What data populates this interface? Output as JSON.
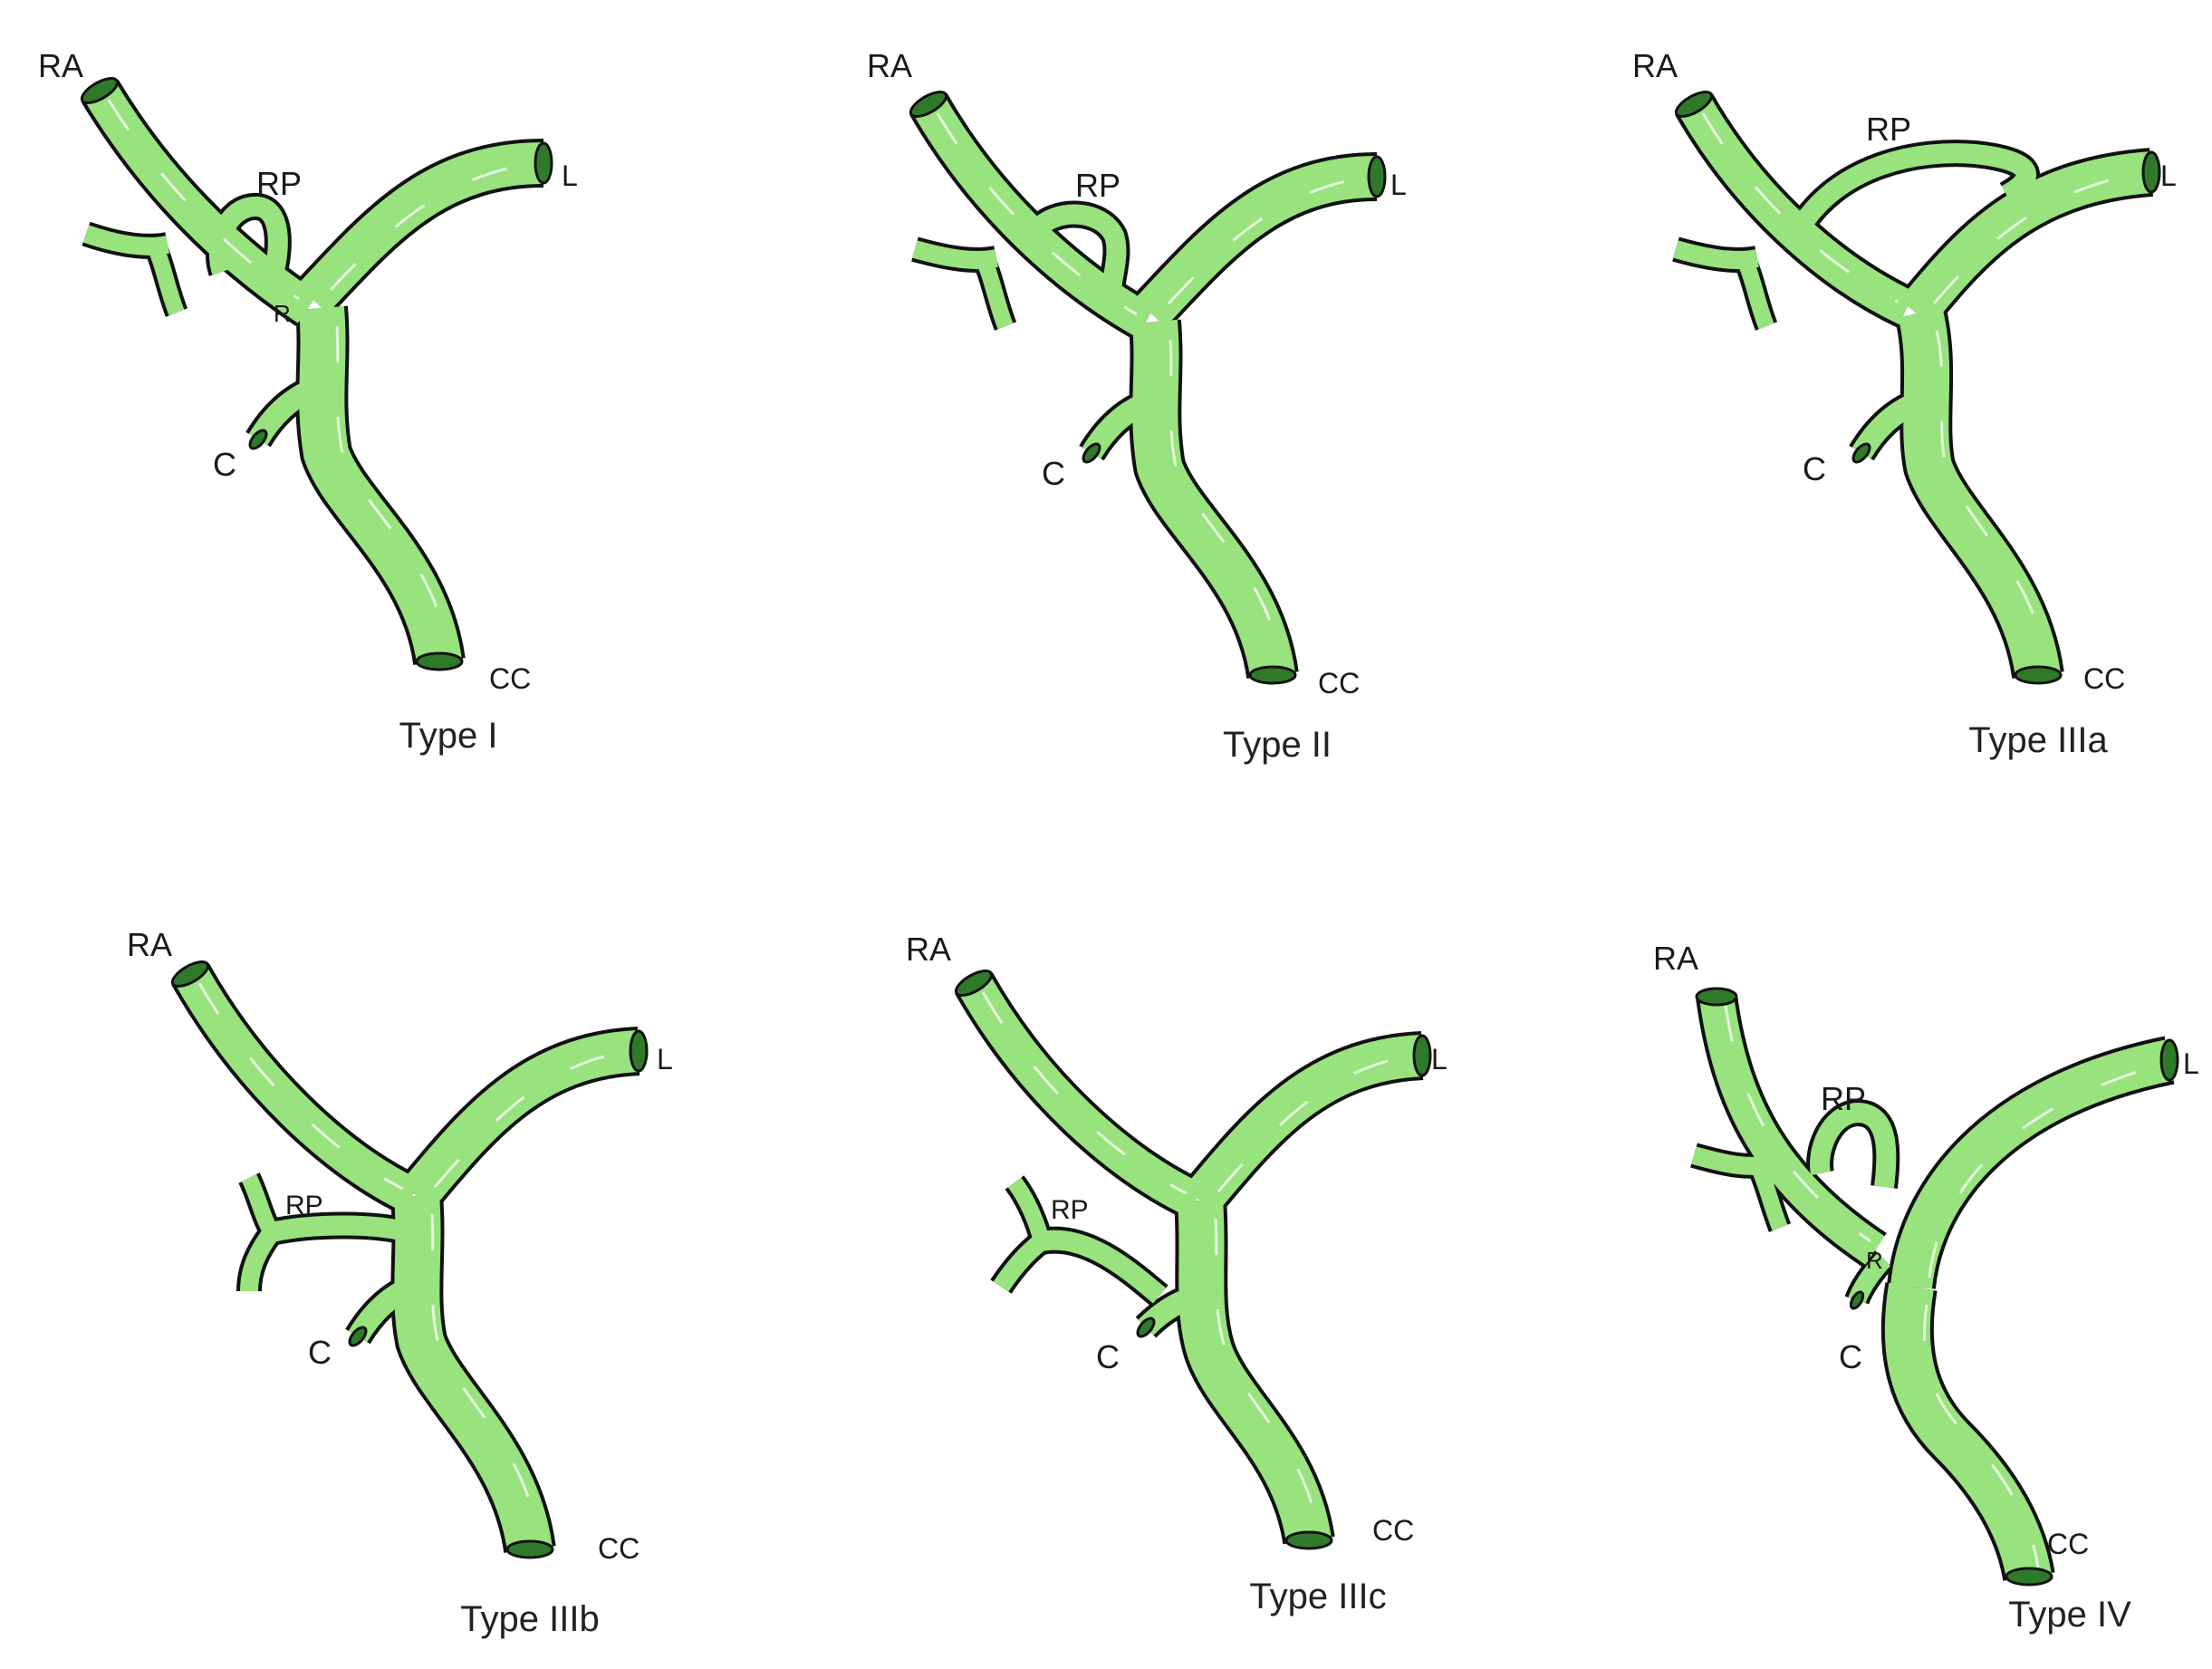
{
  "panels": [
    {
      "id": "type-1",
      "caption": "Type I",
      "labels": {
        "ra": "RA",
        "rp": "RP",
        "r": "R",
        "l": "L",
        "c": "C",
        "cc": "CC"
      }
    },
    {
      "id": "type-2",
      "caption": "Type II",
      "labels": {
        "ra": "RA",
        "rp": "RP",
        "l": "L",
        "c": "C",
        "cc": "CC"
      }
    },
    {
      "id": "type-3a",
      "caption": "Type IIIa",
      "labels": {
        "ra": "RA",
        "rp": "RP",
        "l": "L",
        "c": "C",
        "cc": "CC"
      }
    },
    {
      "id": "type-3b",
      "caption": "Type IIIb",
      "labels": {
        "ra": "RA",
        "rp": "RP",
        "l": "L",
        "c": "C",
        "cc": "CC"
      }
    },
    {
      "id": "type-3c",
      "caption": "Type IIIc",
      "labels": {
        "ra": "RA",
        "rp": "RP",
        "l": "L",
        "c": "C",
        "cc": "CC"
      }
    },
    {
      "id": "type-4",
      "caption": "Type IV",
      "labels": {
        "ra": "RA",
        "rp": "RP",
        "r": "R",
        "l": "L",
        "c": "C",
        "cc": "CC"
      }
    }
  ],
  "colors": {
    "vessel_fill": "#98e37e",
    "vessel_outline": "#111111",
    "vessel_end": "#2f7a2a"
  }
}
